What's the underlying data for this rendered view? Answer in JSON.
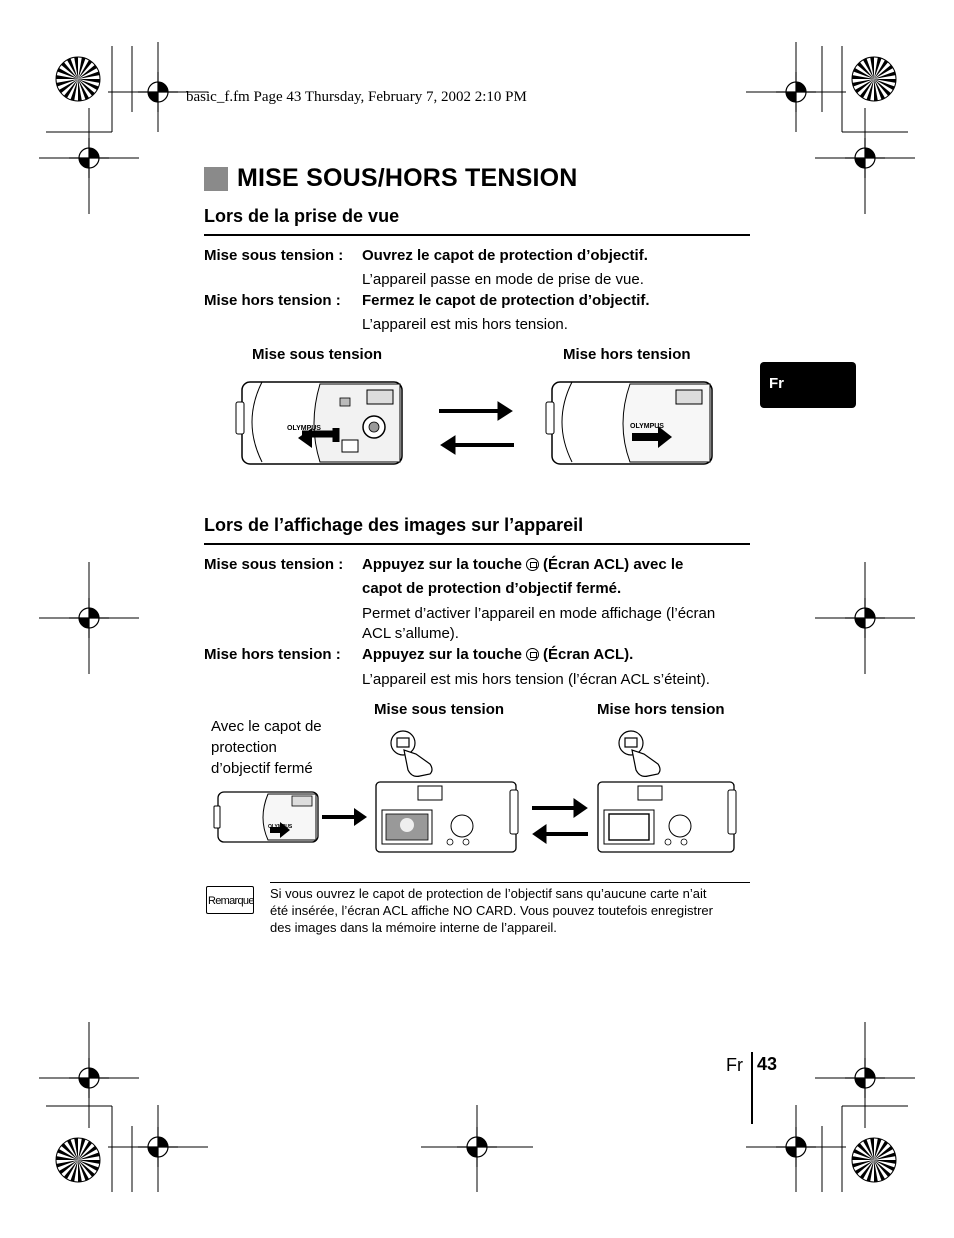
{
  "header": "basic_f.fm  Page 43  Thursday, February 7, 2002  2:10 PM",
  "title": "MISE SOUS/HORS TENSION",
  "side_tab": "Fr",
  "section1": {
    "heading": "Lors de la prise de vue",
    "on_label": "Mise sous tension :",
    "on_text": "Ouvrez le capot de protection d’objectif.",
    "on_sub": "L’appareil passe en mode de prise de vue.",
    "off_label": "Mise hors tension :",
    "off_text": "Fermez le capot de protection d’objectif.",
    "off_sub": "L’appareil est mis hors tension.",
    "fig_on": "Mise sous tension",
    "fig_off": "Mise hors tension",
    "brand": "OLYMPUS"
  },
  "section2": {
    "heading": "Lors de l’affichage des images sur l’appareil",
    "on_label": "Mise sous tension :",
    "on_text_a": "Appuyez sur la touche",
    "on_text_b": "(Écran ACL) avec le",
    "on_text_c": "capot de protection d’objectif fermé.",
    "on_sub_1": "Permet d’activer l’appareil en mode affichage (l’écran",
    "on_sub_2": "ACL s’allume).",
    "off_label": "Mise hors tension :",
    "off_text_a": "Appuyez sur la touche",
    "off_text_b": "(Écran ACL).",
    "off_sub": "L’appareil est mis hors tension (l’écran ACL s’éteint).",
    "fig_left_1": "Avec le capot de",
    "fig_left_2": "protection",
    "fig_left_3": "d’objectif fermé",
    "fig_on": "Mise sous tension",
    "fig_off": "Mise hors tension",
    "brand": "OLYMPUS"
  },
  "note": {
    "label": "Remarque",
    "line1": "Si vous ouvrez le capot de protection de l’objectif sans qu’aucune carte n’ait",
    "line2": "été insérée, l’écran ACL affiche NO CARD. Vous pouvez toutefois enregistrer",
    "line3": "des images dans la mémoire interne de l’appareil."
  },
  "footer": {
    "lang": "Fr",
    "page": "43"
  }
}
